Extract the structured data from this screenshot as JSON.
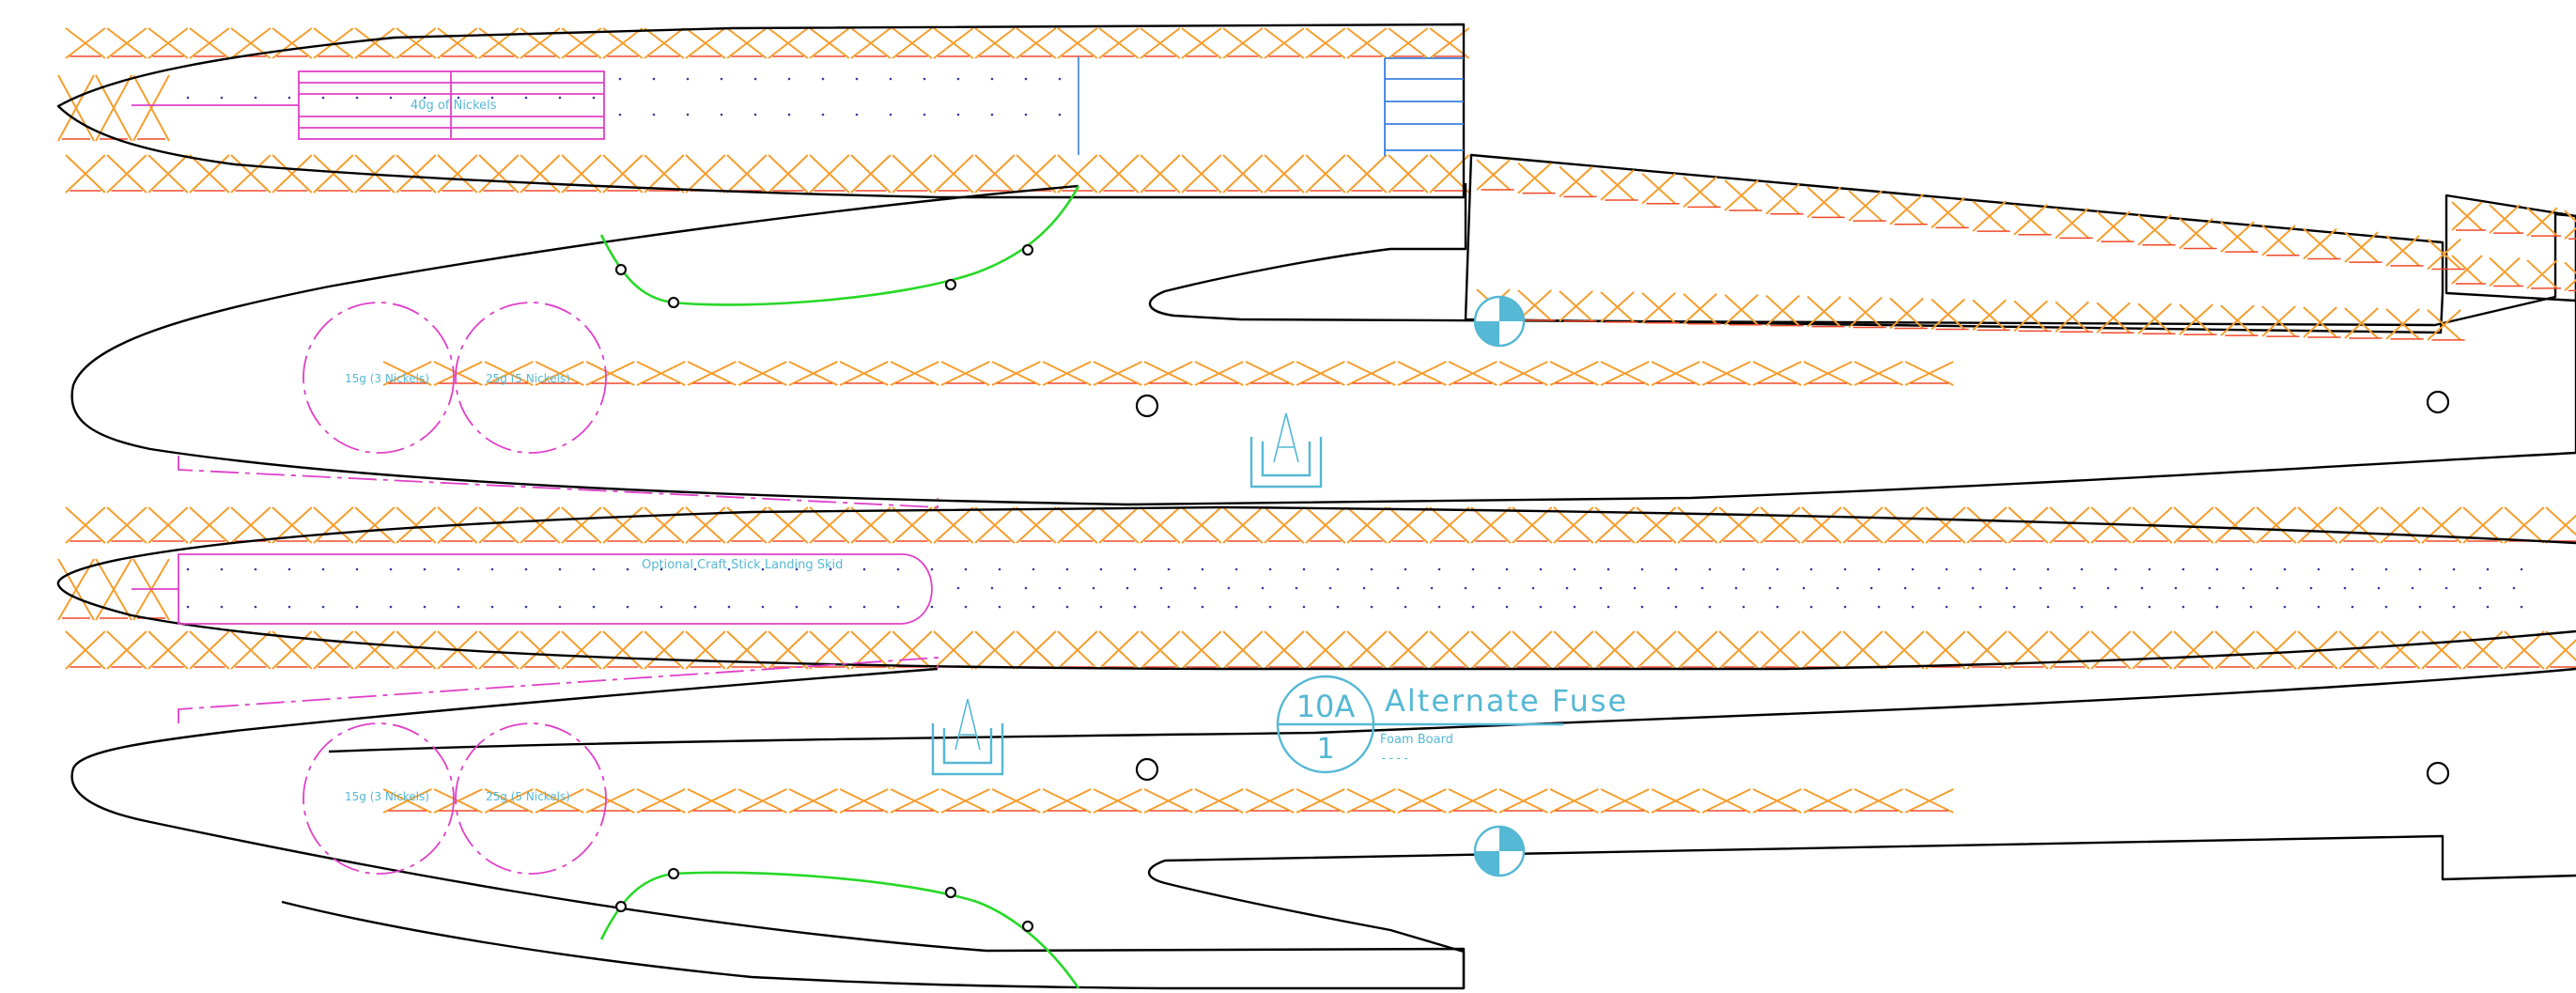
{
  "drawing": {
    "sheet_label": "Alternate Fuse",
    "sheet_number": "10A",
    "sheet_total": "1",
    "material": "Foam Board",
    "material_underline": "----",
    "section_marker_letter": "A",
    "labels": {
      "nickels_40g": "40g of Nickels",
      "nickels_15g_top": "15g (3 Nickels)",
      "nickels_25g_top": "25g (5 Nickels)",
      "landing_skid": "Optional Craft Stick Landing Skid",
      "nickels_15g_bottom": "15g (3 Nickels)",
      "nickels_25g_bottom": "25g (5 Nickels)"
    },
    "colors": {
      "outline": "#000000",
      "hatch_orange": "#f59e2e",
      "hatch_red": "#f04a2a",
      "magenta": "#e040c8",
      "green": "#27d827",
      "cyan": "#55b8d4",
      "dots": "#3a3aa0"
    }
  }
}
